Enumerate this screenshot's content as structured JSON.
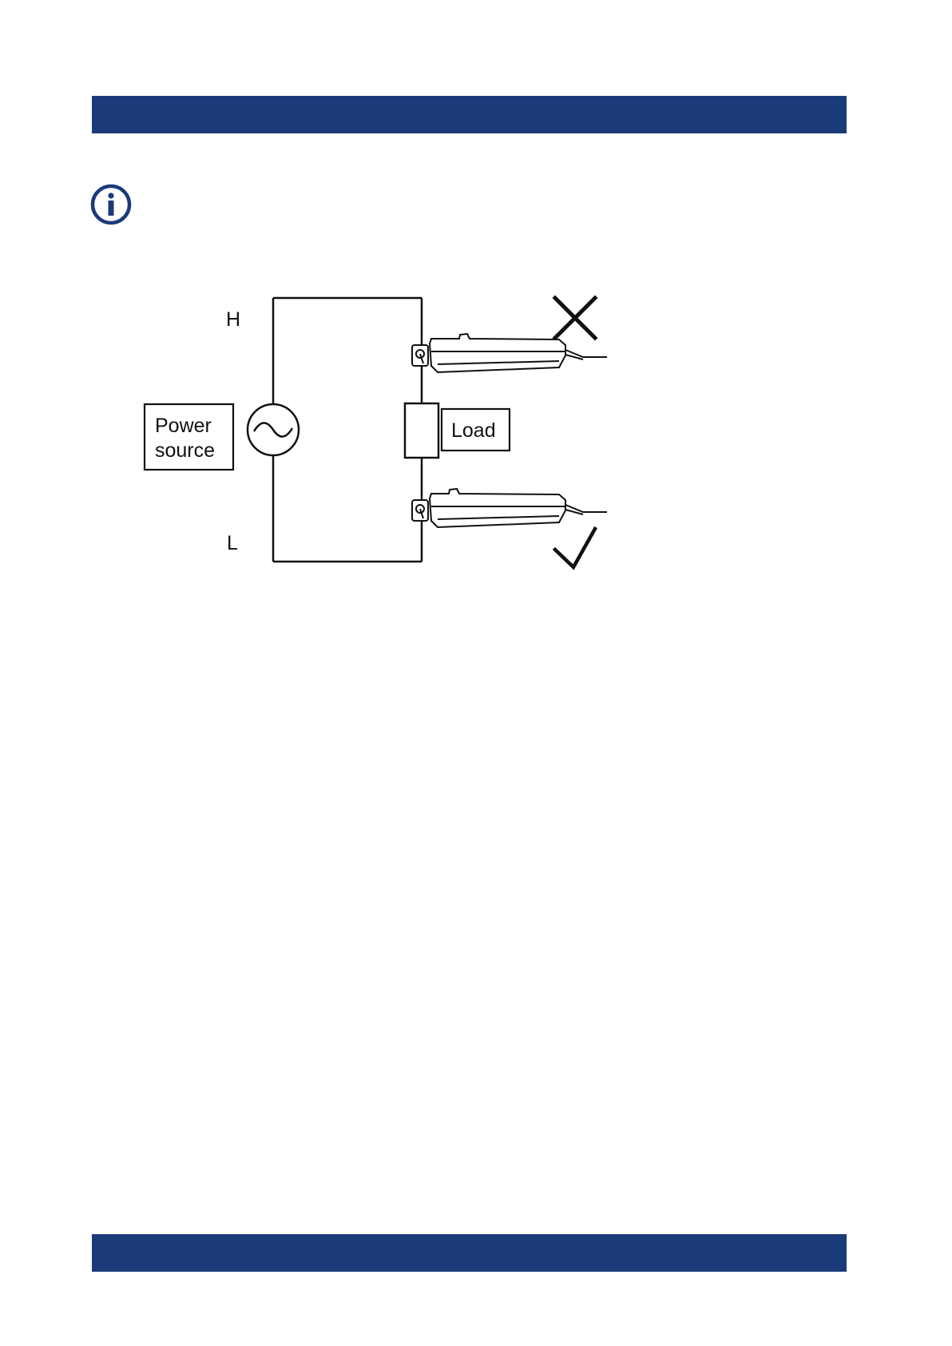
{
  "header": {
    "color": "#1b3a7a"
  },
  "footer": {
    "color": "#1b3a7a"
  },
  "note": {
    "icon": "info-icon",
    "icon_color": "#1b3a7a"
  },
  "diagram": {
    "label_h": "H",
    "label_l": "L",
    "power_source_line1": "Power",
    "power_source_line2": "source",
    "load_label": "Load",
    "upper_clamp_mark": "cross-icon",
    "lower_clamp_mark": "check-icon"
  }
}
